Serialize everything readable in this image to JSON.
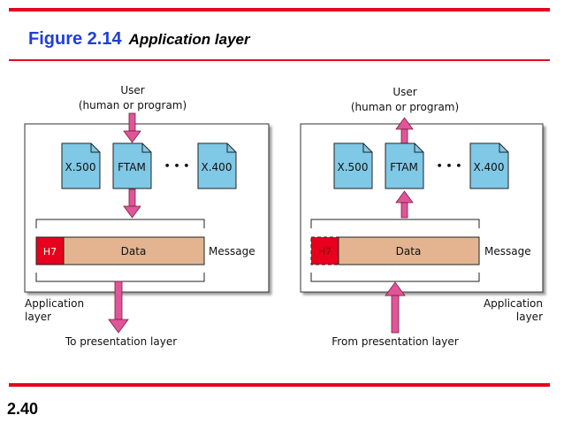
{
  "header": {
    "figure_number": "Figure 2.14",
    "caption": "Application layer"
  },
  "slide_number": "2.40",
  "colors": {
    "accent_red": "#e8001c",
    "title_blue": "#1f3fd6",
    "file_icon": "#7fc8e6",
    "data_block": "#e3b48f",
    "header_block": "#e8001c",
    "arrow": "#e0559a"
  },
  "sender": {
    "user_line1": "User",
    "user_line2": "(human or program)",
    "services": [
      "X.500",
      "FTAM",
      "X.400"
    ],
    "ellipsis": "• • •",
    "header_label": "H7",
    "data_label": "Data",
    "message_label": "Message",
    "layer_line1": "Application",
    "layer_line2": "layer",
    "bottom_label": "To presentation layer"
  },
  "receiver": {
    "user_line1": "User",
    "user_line2": "(human or program)",
    "services": [
      "X.500",
      "FTAM",
      "X.400"
    ],
    "ellipsis": "• • •",
    "header_label": "H7",
    "data_label": "Data",
    "message_label": "Message",
    "layer_line1": "Application",
    "layer_line2": "layer",
    "bottom_label": "From presentation layer"
  }
}
